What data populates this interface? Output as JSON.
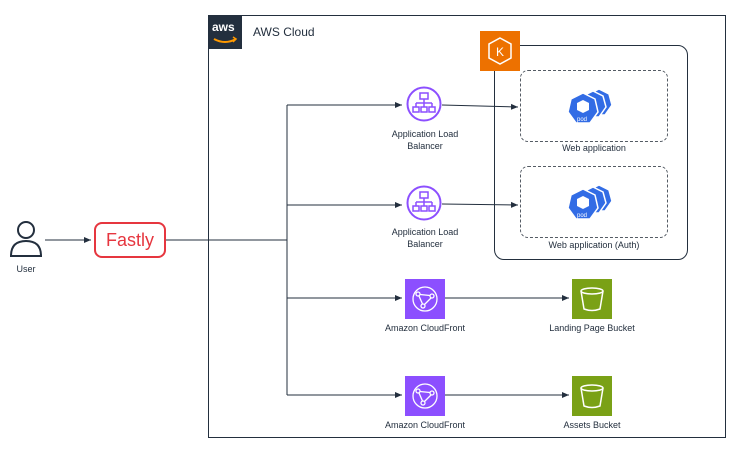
{
  "diagram": {
    "cloud_title": "AWS Cloud",
    "logo_text": "aws",
    "user_label": "User",
    "fastly_label": "Fastly",
    "alb1_label_line1": "Application Load",
    "alb1_label_line2": "Balancer",
    "alb2_label_line1": "Application Load",
    "alb2_label_line2": "Balancer",
    "cf1_label": "Amazon CloudFront",
    "cf2_label": "Amazon CloudFront",
    "web_app_label": "Web application",
    "web_app_auth_label": "Web application (Auth)",
    "pod_text": "pod",
    "landing_bucket_label": "Landing Page Bucket",
    "assets_bucket_label": "Assets Bucket"
  },
  "colors": {
    "aws_dark": "#232f3e",
    "eks_orange": "#ed7100",
    "alb_purple": "#8c4fff",
    "cloudfront_purple": "#8c4fff",
    "s3_green": "#7aa116",
    "pod_blue": "#326ce5",
    "fastly_red": "#e6363f"
  },
  "icons": [
    "user-icon",
    "aws-logo-icon",
    "eks-icon",
    "alb-icon",
    "cloudfront-icon",
    "s3-bucket-icon",
    "k8s-pod-icon"
  ]
}
